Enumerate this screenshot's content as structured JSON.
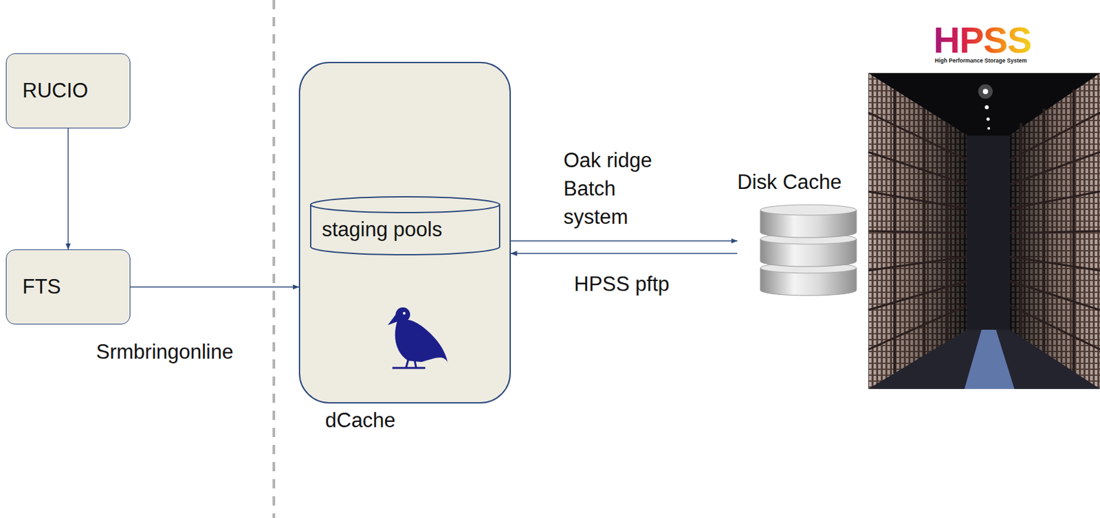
{
  "diagram": {
    "nodes": [
      {
        "text": [
          "RUCIO"
        ]
      },
      {
        "text": [
          "FTS"
        ]
      },
      {
        "text": [
          "dCache"
        ]
      },
      {
        "text": [
          "staging pools"
        ],
        "in": 2
      },
      {
        "text": [
          "Disk Cache"
        ]
      }
    ],
    "edges": [
      {
        "from": 0,
        "to": 1,
        "arrow": "to"
      },
      {
        "from": 1,
        "to": 2,
        "label": "Srmbringonline",
        "arrow": "to"
      },
      {
        "from": 2,
        "to": 4,
        "label": "Oak ridge Batch system",
        "arrow": "to"
      },
      {
        "from": 4,
        "to": 2,
        "label": "HPSS pftp",
        "arrow": "to"
      }
    ],
    "labels": [
      "HPSS",
      "High Performance Storage System"
    ]
  }
}
